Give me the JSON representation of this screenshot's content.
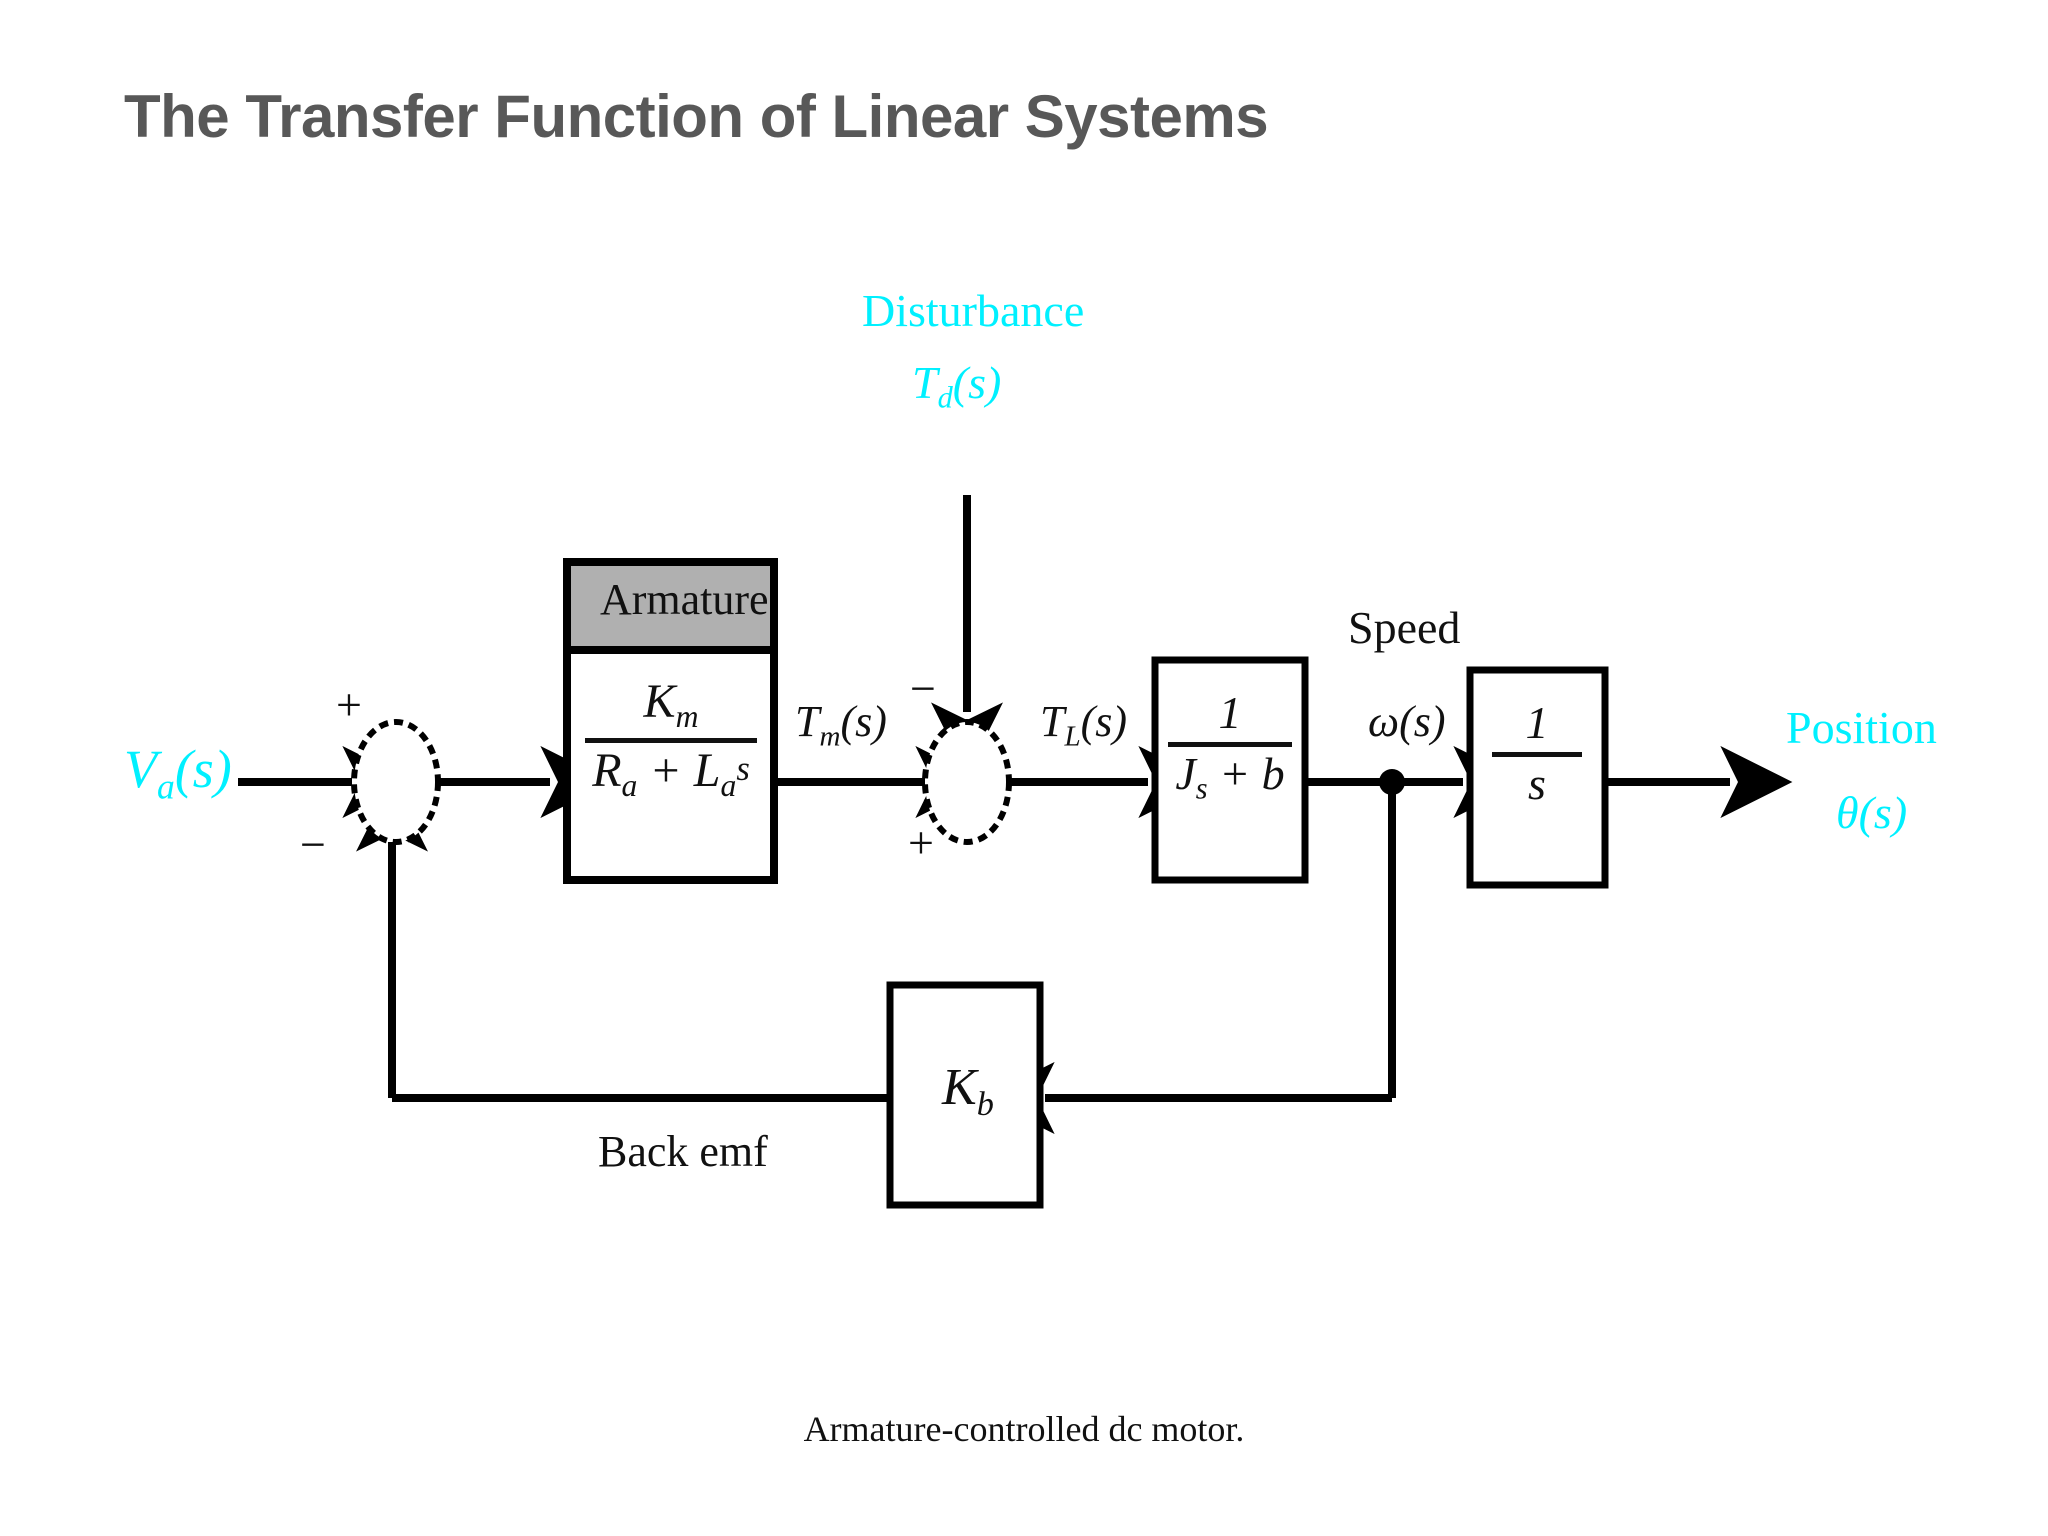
{
  "slide": {
    "title": "The Transfer Function of Linear Systems",
    "title_color": "#585858",
    "background": "#ffffff",
    "caption": "Armature-controlled dc motor."
  },
  "diagram": {
    "type": "control-block-diagram",
    "line_color": "#000000",
    "signal_label_color": "#00f0ff",
    "block_header_fill": "#b0b0b0",
    "inputs": [
      {
        "name": "armature-voltage",
        "label": "V",
        "sub": "a",
        "arg": "(s)",
        "color": "#00f0ff"
      },
      {
        "name": "disturbance-torque",
        "title": "Disturbance",
        "label": "T",
        "sub": "d",
        "arg": "(s)",
        "color": "#00f0ff"
      }
    ],
    "outputs": [
      {
        "name": "position",
        "title": "Position",
        "label": "θ",
        "arg": "(s)",
        "color": "#00f0ff"
      }
    ],
    "summing_junctions": [
      {
        "name": "input-sum",
        "shape": "ellipse",
        "top_sign": "+",
        "bottom_sign": "−"
      },
      {
        "name": "torque-sum",
        "shape": "ellipse",
        "top_sign": "−",
        "bottom_sign": "+"
      }
    ],
    "blocks": [
      {
        "name": "armature-block",
        "header": "Armature",
        "numerator": "K",
        "numerator_sub": "m",
        "denominator_a": "R",
        "denominator_a_sub": "a",
        "denominator_op": "+",
        "denominator_b": "L",
        "denominator_b_sub": "a",
        "denominator_b_tail": "s"
      },
      {
        "name": "load-dynamics-block",
        "numerator": "1",
        "denominator_a": "J",
        "denominator_a_tail": "s",
        "denominator_op": "+",
        "denominator_b": "b"
      },
      {
        "name": "integrator-block",
        "numerator": "1",
        "denominator_a": "s"
      },
      {
        "name": "back-emf-block",
        "gain": "K",
        "gain_sub": "b"
      }
    ],
    "signals": [
      {
        "name": "motor-torque",
        "label": "T",
        "sub": "m",
        "arg": "(s)"
      },
      {
        "name": "load-torque",
        "label": "T",
        "sub": "L",
        "arg": "(s)"
      },
      {
        "name": "speed",
        "title": "Speed",
        "label": "ω",
        "arg": "(s)"
      }
    ],
    "annotations": [
      {
        "name": "back-emf-path-label",
        "text": "Back emf"
      }
    ]
  }
}
